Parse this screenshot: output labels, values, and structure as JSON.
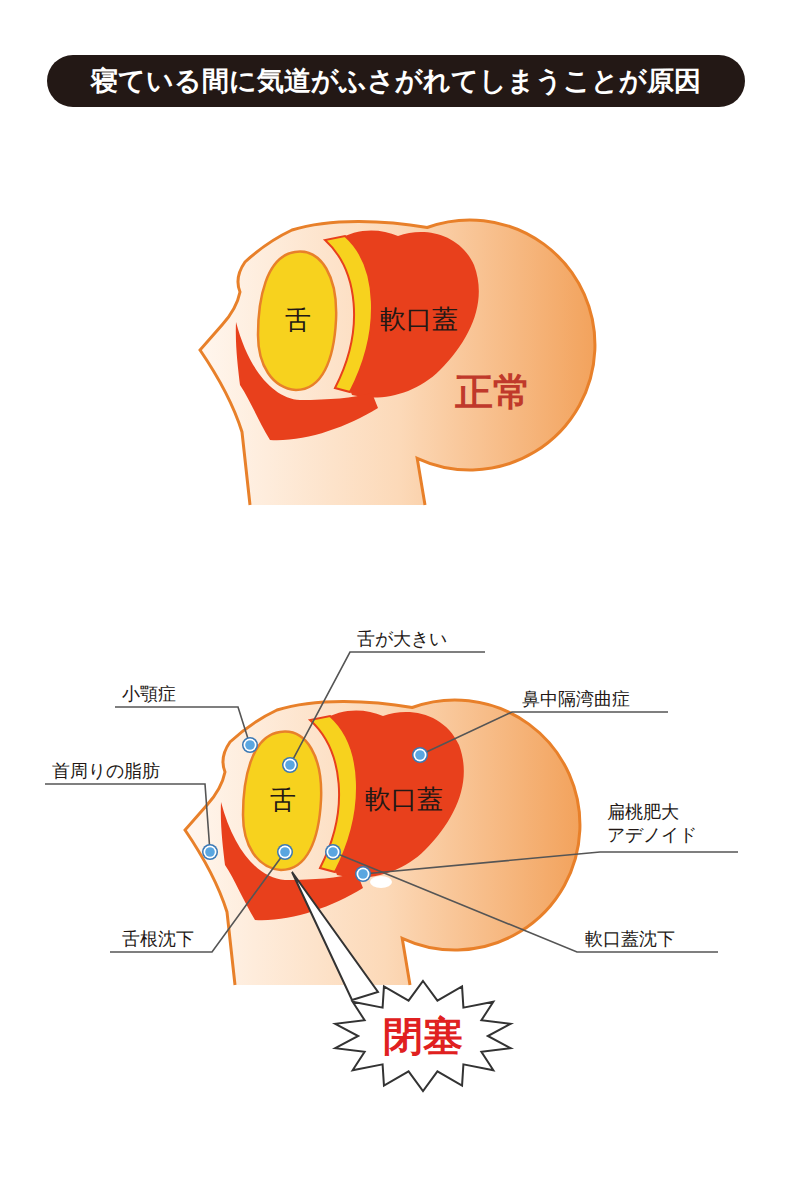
{
  "diagram": {
    "title": "寝ている間に気道がふさがれてしまうことが原因",
    "nodes": [
      {
        "text": [
          "舌"
        ]
      },
      {
        "text": [
          "舌"
        ]
      },
      {
        "text": [
          "閉塞"
        ]
      }
    ],
    "labels": [
      "軟口蓋",
      "正常",
      "舌が大きい",
      "小顎症",
      "鼻中隔湾曲症",
      "首周りの脂肪",
      "軟口蓋",
      "扁桃肥大 アデノイド",
      "舌根沈下",
      "軟口蓋沈下"
    ]
  }
}
